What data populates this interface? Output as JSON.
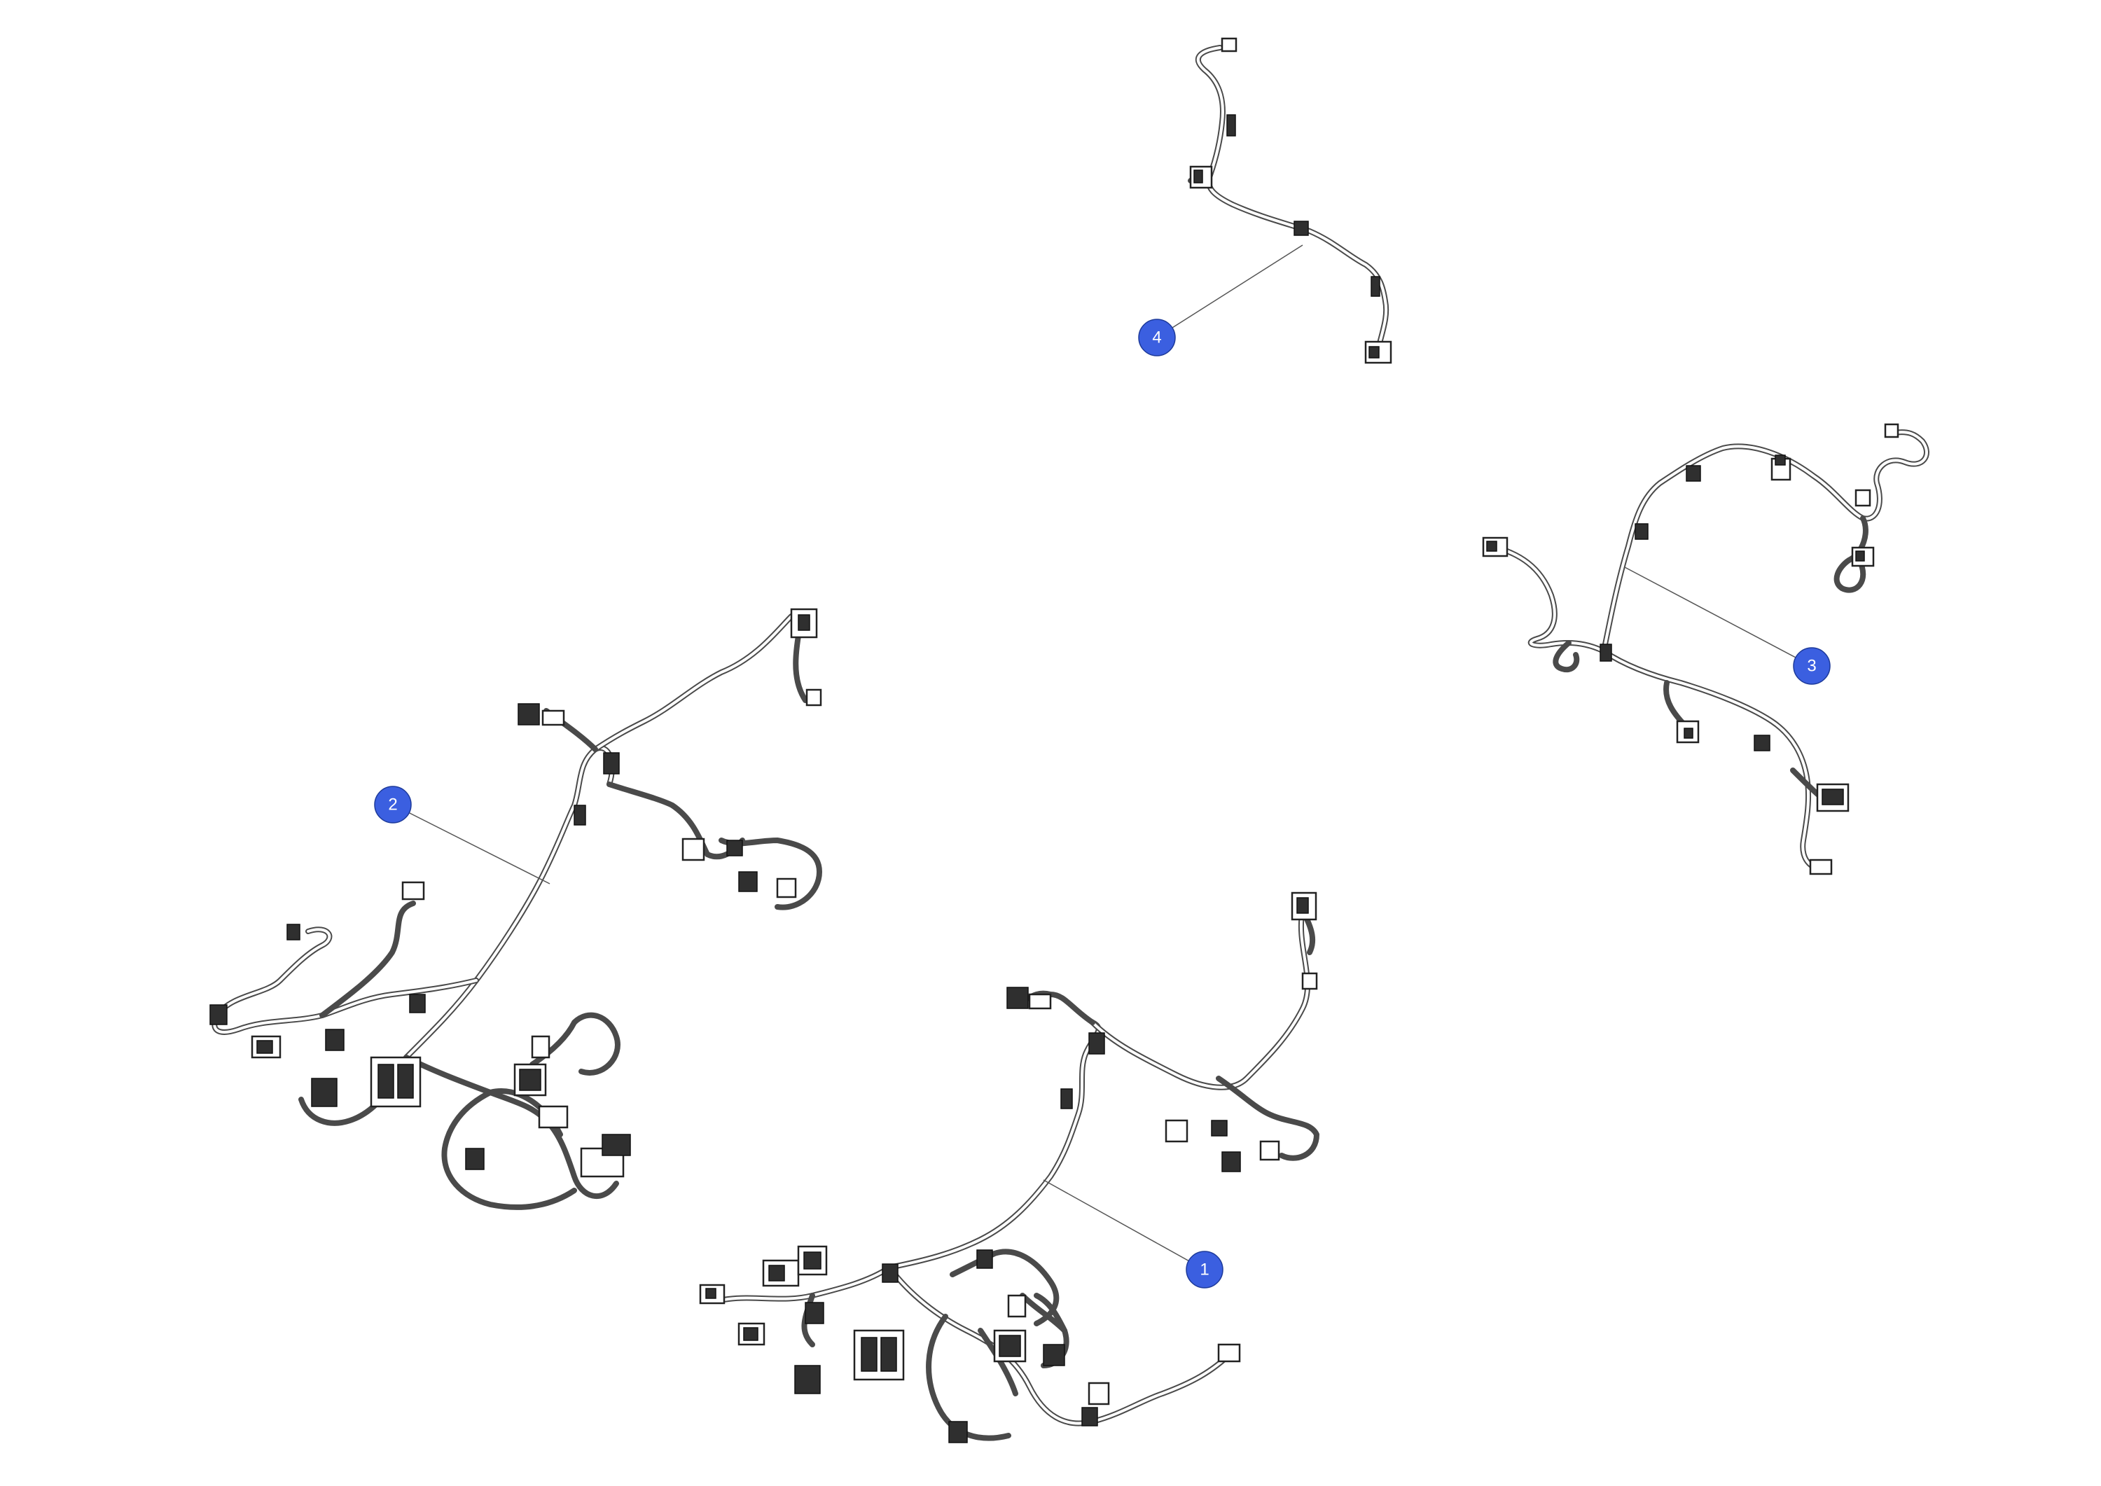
{
  "diagram": {
    "callout_color": "#3b5fe0",
    "callouts": [
      {
        "id": "callout-1",
        "label": "1"
      },
      {
        "id": "callout-2",
        "label": "2"
      },
      {
        "id": "callout-3",
        "label": "3"
      },
      {
        "id": "callout-4",
        "label": "4"
      }
    ]
  }
}
